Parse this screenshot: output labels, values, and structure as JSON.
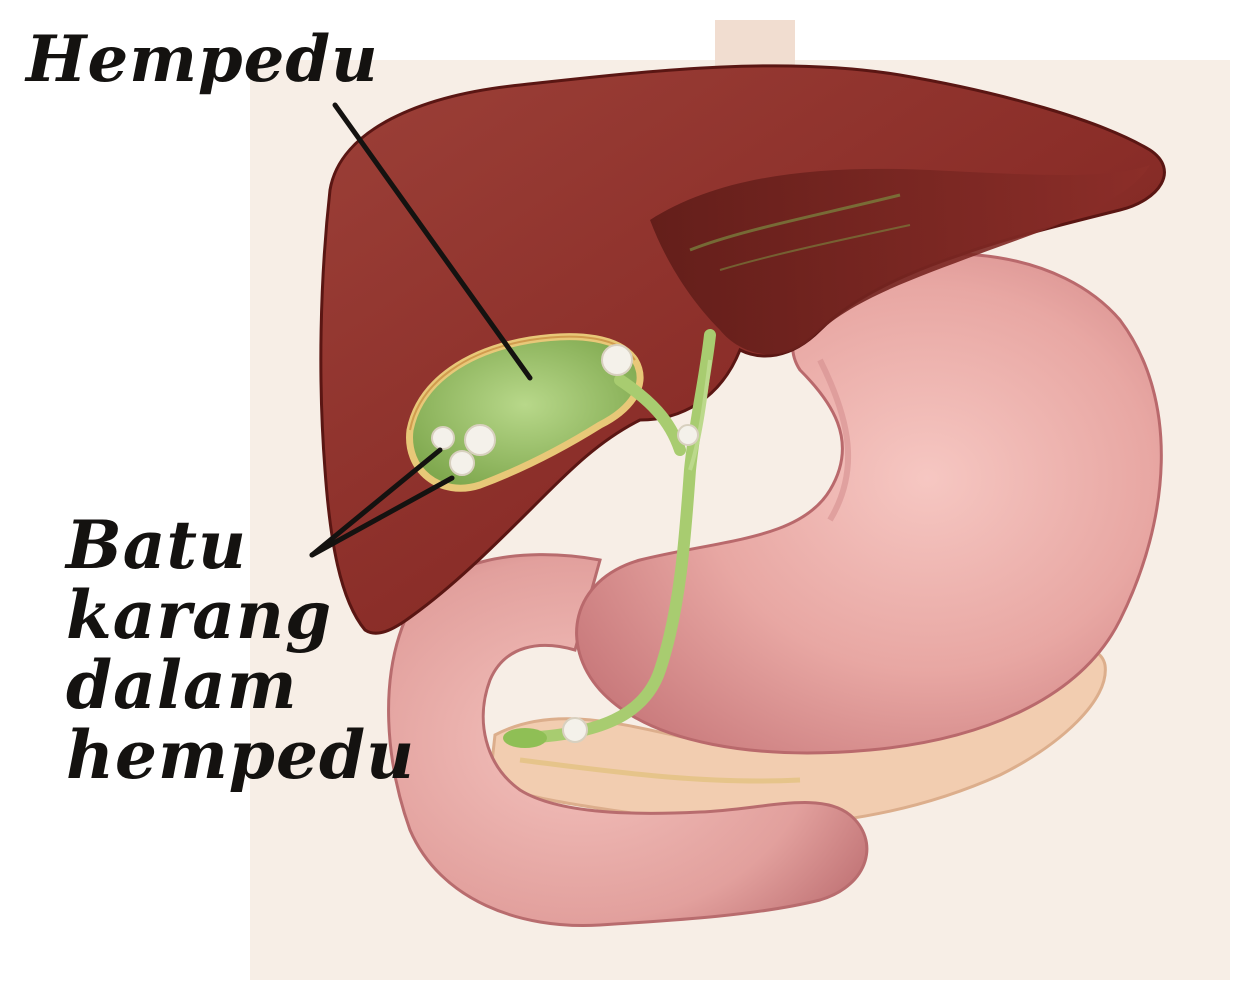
{
  "labels": {
    "gallbladder": "Hempedu",
    "gallstones_lines": [
      "Batu",
      "karang",
      "dalam",
      "hempedu"
    ]
  },
  "colors": {
    "background": "#ffffff",
    "backdrop": "#f6ece4",
    "liver": "#8f2f2a",
    "liver_dark": "#6b1d1a",
    "stomach": "#e7a7a3",
    "stomach_shadow": "#c9777a",
    "gallbladder_fill": "#9fc26a",
    "gallbladder_rim": "#e8c878",
    "bile_duct": "#a8cc70",
    "pancreas": "#f2cdb0",
    "stone": "#f4f1ea",
    "label_text": "#141210"
  }
}
